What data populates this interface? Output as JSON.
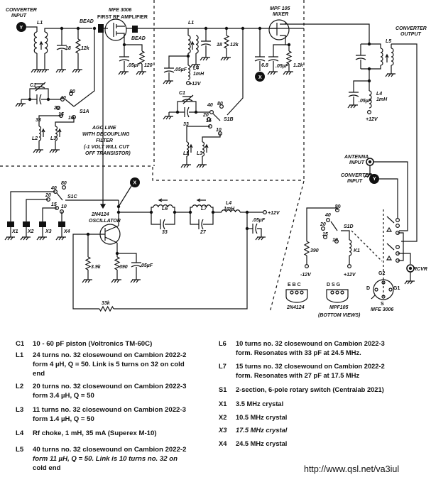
{
  "schematic": {
    "rf_amp": {
      "converter_input": [
        "CONVERTER",
        "INPUT"
      ],
      "input_jack": "Y",
      "l1": "L1",
      "c18": "18",
      "r12k": "12k",
      "bead_in": "BEAD",
      "bead_out": "BEAD",
      "transistor": [
        "MFE 3006",
        "FIRST RF AMPLIFIER"
      ],
      "c_source": ".05µF",
      "r_source": "120",
      "c1": "C1",
      "c33": "33",
      "switch": "S1A",
      "positions": [
        "40",
        "80",
        "20",
        "15",
        "10"
      ],
      "l2": "L2",
      "l3": "L3",
      "agc_note": [
        "AGC LINE",
        "WITH DECOUPLING",
        "FILTER",
        "(-1 VOLT WILL CUT",
        "OFF TRANSISTOR)"
      ]
    },
    "mixer": {
      "l1": "L1",
      "c18": "18",
      "r12k": "12k",
      "c_tap": ".05µF",
      "l4": "L4",
      "l4_value": "1mH",
      "supply": "+12V",
      "c68": "6.8",
      "x_node": "X",
      "transistor": [
        "MPF 105",
        "MIXER"
      ],
      "c_source": ".05µF",
      "r_source": "1.2k",
      "c1": "C1",
      "c33": "33",
      "switch": "S1B",
      "positions": [
        "40",
        "80",
        "20",
        "15",
        "10"
      ],
      "l2": "L2",
      "l3": "L3"
    },
    "output": {
      "converter_output": [
        "CONVERTER",
        "OUTPUT"
      ],
      "l5": "L5",
      "l4": "L4",
      "l4_value": "1mH",
      "c_bypass": ".05µF",
      "supply": "+12V",
      "antenna_input": [
        "ANTENNA",
        "INPUT"
      ],
      "converter_input": [
        "CONVERTER",
        "INPUT"
      ],
      "converter_jack": "Y",
      "rcvr": "RCVR"
    },
    "oscillator": {
      "x_node": "X",
      "switch": "S1C",
      "positions": [
        "40",
        "80",
        "20",
        "15",
        "10"
      ],
      "crystals": [
        "X1",
        "X2",
        "X3",
        "X4"
      ],
      "transistor": [
        "2N4124",
        "OSCILLATOR"
      ],
      "l6": "L6",
      "l7": "L7",
      "c33": "33",
      "c27": "27",
      "l4": "L4",
      "l4_value": "1mH",
      "supply": "+12V",
      "c_bypass": ".05µF",
      "r_base": "3.9k",
      "r_emitter": "390",
      "c_emitter": ".05µF",
      "r_feedback": "33k"
    },
    "relay": {
      "switch": "S1D",
      "positions": [
        "80",
        "40",
        "20",
        "15",
        "10"
      ],
      "r390": "390",
      "neg_supply": "-12V",
      "k1": "K1",
      "pos_supply": "+12V"
    },
    "pinouts": {
      "t2n4124": {
        "pins": "E B C",
        "name": "2N4124"
      },
      "mpf105": {
        "pins": "D S G",
        "name": "MPF105"
      },
      "mfe3006": {
        "g2": "G2",
        "d": "D",
        "g1": "G1",
        "s": "S",
        "name": "MFE 3006"
      },
      "caption": "(BOTTOM VIEWS)"
    }
  },
  "parts_list": {
    "left": [
      {
        "ref": "C1",
        "lines": [
          "10 - 60 pF piston (Voltronics TM-60C)"
        ]
      },
      {
        "ref": "L1",
        "lines": [
          "24 turns no. 32 closewound on Cambion 2022-2",
          "form 4 µH, Q = 50. Link is 5 turns on 32 on cold",
          "end"
        ]
      },
      {
        "ref": "L2",
        "lines": [
          "20 turns no. 32 closewound on Cambion 2022-3",
          "form 3.4 µH, Q = 50"
        ]
      },
      {
        "ref": "L3",
        "lines": [
          "11 turns no. 32 closewound on Cambion 2022-3",
          "form 1.4 µH, Q = 50"
        ]
      },
      {
        "ref": "L4",
        "lines": [
          "Rf choke, 1 mH, 35 mA (Superex M-10)"
        ]
      },
      {
        "ref": "L5",
        "lines": [
          "40 turns no. 32 closewound on Cambion 2022-2",
          "form 11 µH, Q = 50. Link is 10 turns no. 32 on",
          "cold end"
        ]
      }
    ],
    "right": [
      {
        "ref": "L6",
        "lines": [
          "10 turns no. 32 closewound on Cambion 2022-3",
          "form. Resonates with 33 pF at 24.5 MHz."
        ]
      },
      {
        "ref": "L7",
        "lines": [
          "15 turns no. 32 closewound on Cambion 2022-2",
          "form. Resonates with 27 pF at 17.5 MHz"
        ]
      },
      {
        "ref": "S1",
        "lines": [
          "2-section, 6-pole rotary switch (Centralab 2021)"
        ]
      },
      {
        "ref": "X1",
        "lines": [
          "3.5 MHz crystal"
        ]
      },
      {
        "ref": "X2",
        "lines": [
          "10.5 MHz crystal"
        ]
      },
      {
        "ref": "X3",
        "lines": [
          "17.5 MHz crystal"
        ]
      },
      {
        "ref": "X4",
        "lines": [
          "24.5 MHz crystal"
        ]
      }
    ]
  },
  "footer": {
    "url": "http://www.qsl.net/va3iul"
  }
}
